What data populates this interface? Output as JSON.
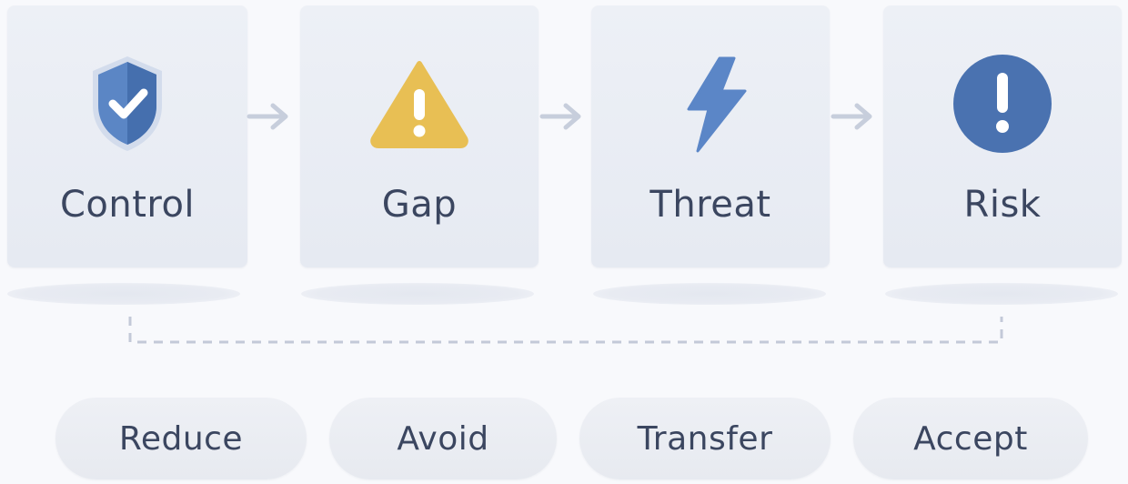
{
  "flow": [
    {
      "label": "Control",
      "icon": "shield-check-icon",
      "color": "#4f79b8"
    },
    {
      "label": "Gap",
      "icon": "warning-triangle-icon",
      "color": "#e5b94c"
    },
    {
      "label": "Threat",
      "icon": "lightning-bolt-icon",
      "color": "#5b86c7"
    },
    {
      "label": "Risk",
      "icon": "exclamation-circle-icon",
      "color": "#4a72b0"
    }
  ],
  "treatments": [
    "Reduce",
    "Avoid",
    "Transfer",
    "Accept"
  ],
  "colors": {
    "text": "#3b4660",
    "arrow": "#c7cedc",
    "connector": "#c3c9d8",
    "card": "#eaedf4",
    "background": "#f8f9fc"
  }
}
